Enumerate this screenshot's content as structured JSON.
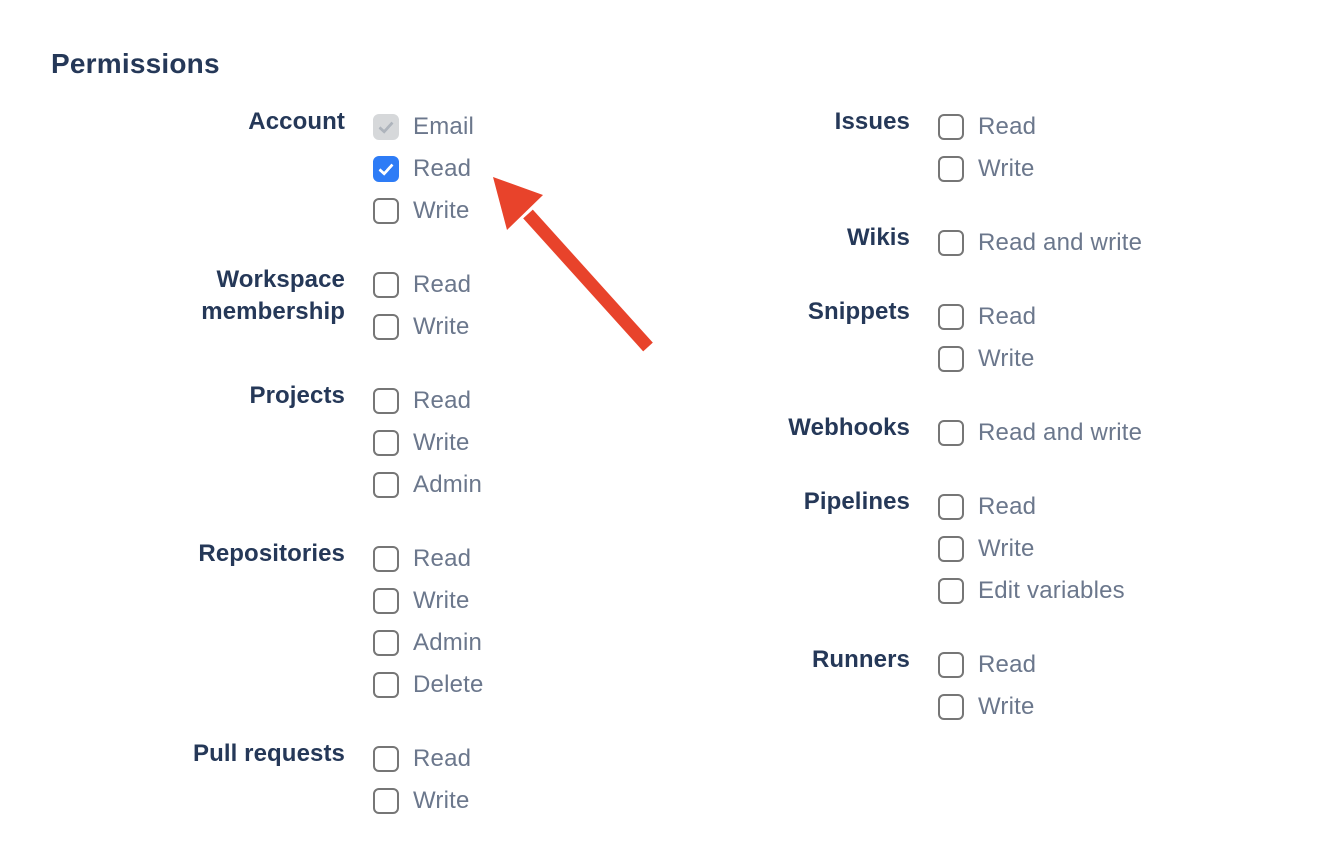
{
  "heading": "Permissions",
  "colors": {
    "heading_text": "#253858",
    "section_label_text": "#253858",
    "option_label_text": "#6B778C",
    "checkbox_border": "#767676",
    "checkbox_checked_bg": "#2E7CF6",
    "checkbox_check": "#FFFFFF",
    "checkbox_disabled_bg": "#D6D8DA",
    "checkbox_disabled_check": "#AEB4BC",
    "arrow": "#E8432B",
    "background": "#FFFFFF"
  },
  "icons": {
    "checked_checkbox": "check-icon",
    "annotation": "arrow-up-left-icon"
  },
  "annotation": {
    "type": "arrow",
    "target": "account-read-checkbox"
  },
  "permissions": {
    "columns": [
      {
        "sections": [
          {
            "label": "Account",
            "options": [
              {
                "label": "Email",
                "checked": true,
                "disabled": true
              },
              {
                "label": "Read",
                "checked": true,
                "disabled": false
              },
              {
                "label": "Write",
                "checked": false,
                "disabled": false
              }
            ]
          },
          {
            "label": "Workspace membership",
            "options": [
              {
                "label": "Read",
                "checked": false,
                "disabled": false
              },
              {
                "label": "Write",
                "checked": false,
                "disabled": false
              }
            ]
          },
          {
            "label": "Projects",
            "options": [
              {
                "label": "Read",
                "checked": false,
                "disabled": false
              },
              {
                "label": "Write",
                "checked": false,
                "disabled": false
              },
              {
                "label": "Admin",
                "checked": false,
                "disabled": false
              }
            ]
          },
          {
            "label": "Repositories",
            "options": [
              {
                "label": "Read",
                "checked": false,
                "disabled": false
              },
              {
                "label": "Write",
                "checked": false,
                "disabled": false
              },
              {
                "label": "Admin",
                "checked": false,
                "disabled": false
              },
              {
                "label": "Delete",
                "checked": false,
                "disabled": false
              }
            ]
          },
          {
            "label": "Pull requests",
            "options": [
              {
                "label": "Read",
                "checked": false,
                "disabled": false
              },
              {
                "label": "Write",
                "checked": false,
                "disabled": false
              }
            ]
          }
        ]
      },
      {
        "sections": [
          {
            "label": "Issues",
            "options": [
              {
                "label": "Read",
                "checked": false,
                "disabled": false
              },
              {
                "label": "Write",
                "checked": false,
                "disabled": false
              }
            ]
          },
          {
            "label": "Wikis",
            "options": [
              {
                "label": "Read and write",
                "checked": false,
                "disabled": false
              }
            ]
          },
          {
            "label": "Snippets",
            "options": [
              {
                "label": "Read",
                "checked": false,
                "disabled": false
              },
              {
                "label": "Write",
                "checked": false,
                "disabled": false
              }
            ]
          },
          {
            "label": "Webhooks",
            "options": [
              {
                "label": "Read and write",
                "checked": false,
                "disabled": false
              }
            ]
          },
          {
            "label": "Pipelines",
            "options": [
              {
                "label": "Read",
                "checked": false,
                "disabled": false
              },
              {
                "label": "Write",
                "checked": false,
                "disabled": false
              },
              {
                "label": "Edit variables",
                "checked": false,
                "disabled": false
              }
            ]
          },
          {
            "label": "Runners",
            "options": [
              {
                "label": "Read",
                "checked": false,
                "disabled": false
              },
              {
                "label": "Write",
                "checked": false,
                "disabled": false
              }
            ]
          }
        ]
      }
    ]
  }
}
